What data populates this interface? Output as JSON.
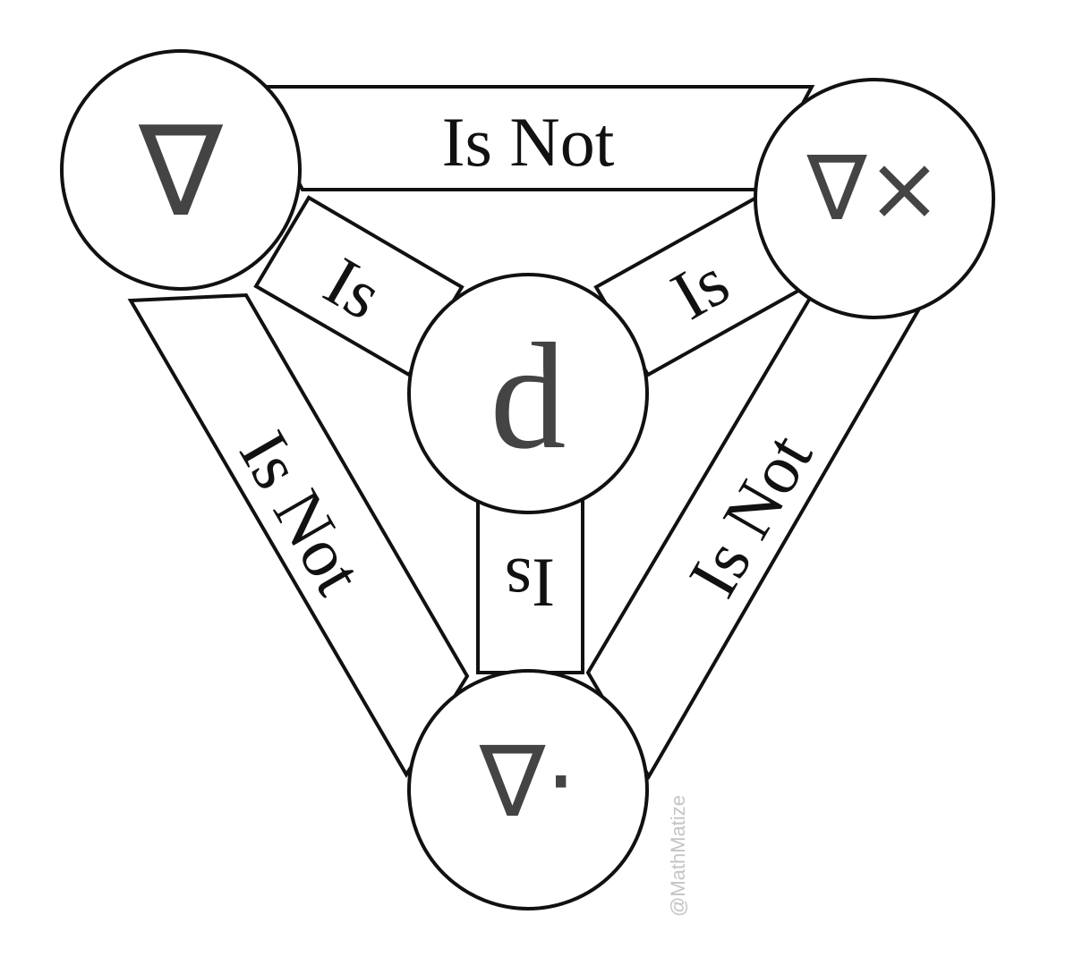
{
  "nodes": {
    "gradient": "∇",
    "curl": "∇×",
    "divergence": "∇·",
    "exterior_derivative": "d"
  },
  "edges": {
    "gradient_curl": "Is Not",
    "gradient_divergence": "Is Not",
    "curl_divergence": "Is Not",
    "gradient_d": "Is",
    "curl_d": "Is",
    "divergence_d": "Is"
  },
  "watermark": "@MathMatize"
}
